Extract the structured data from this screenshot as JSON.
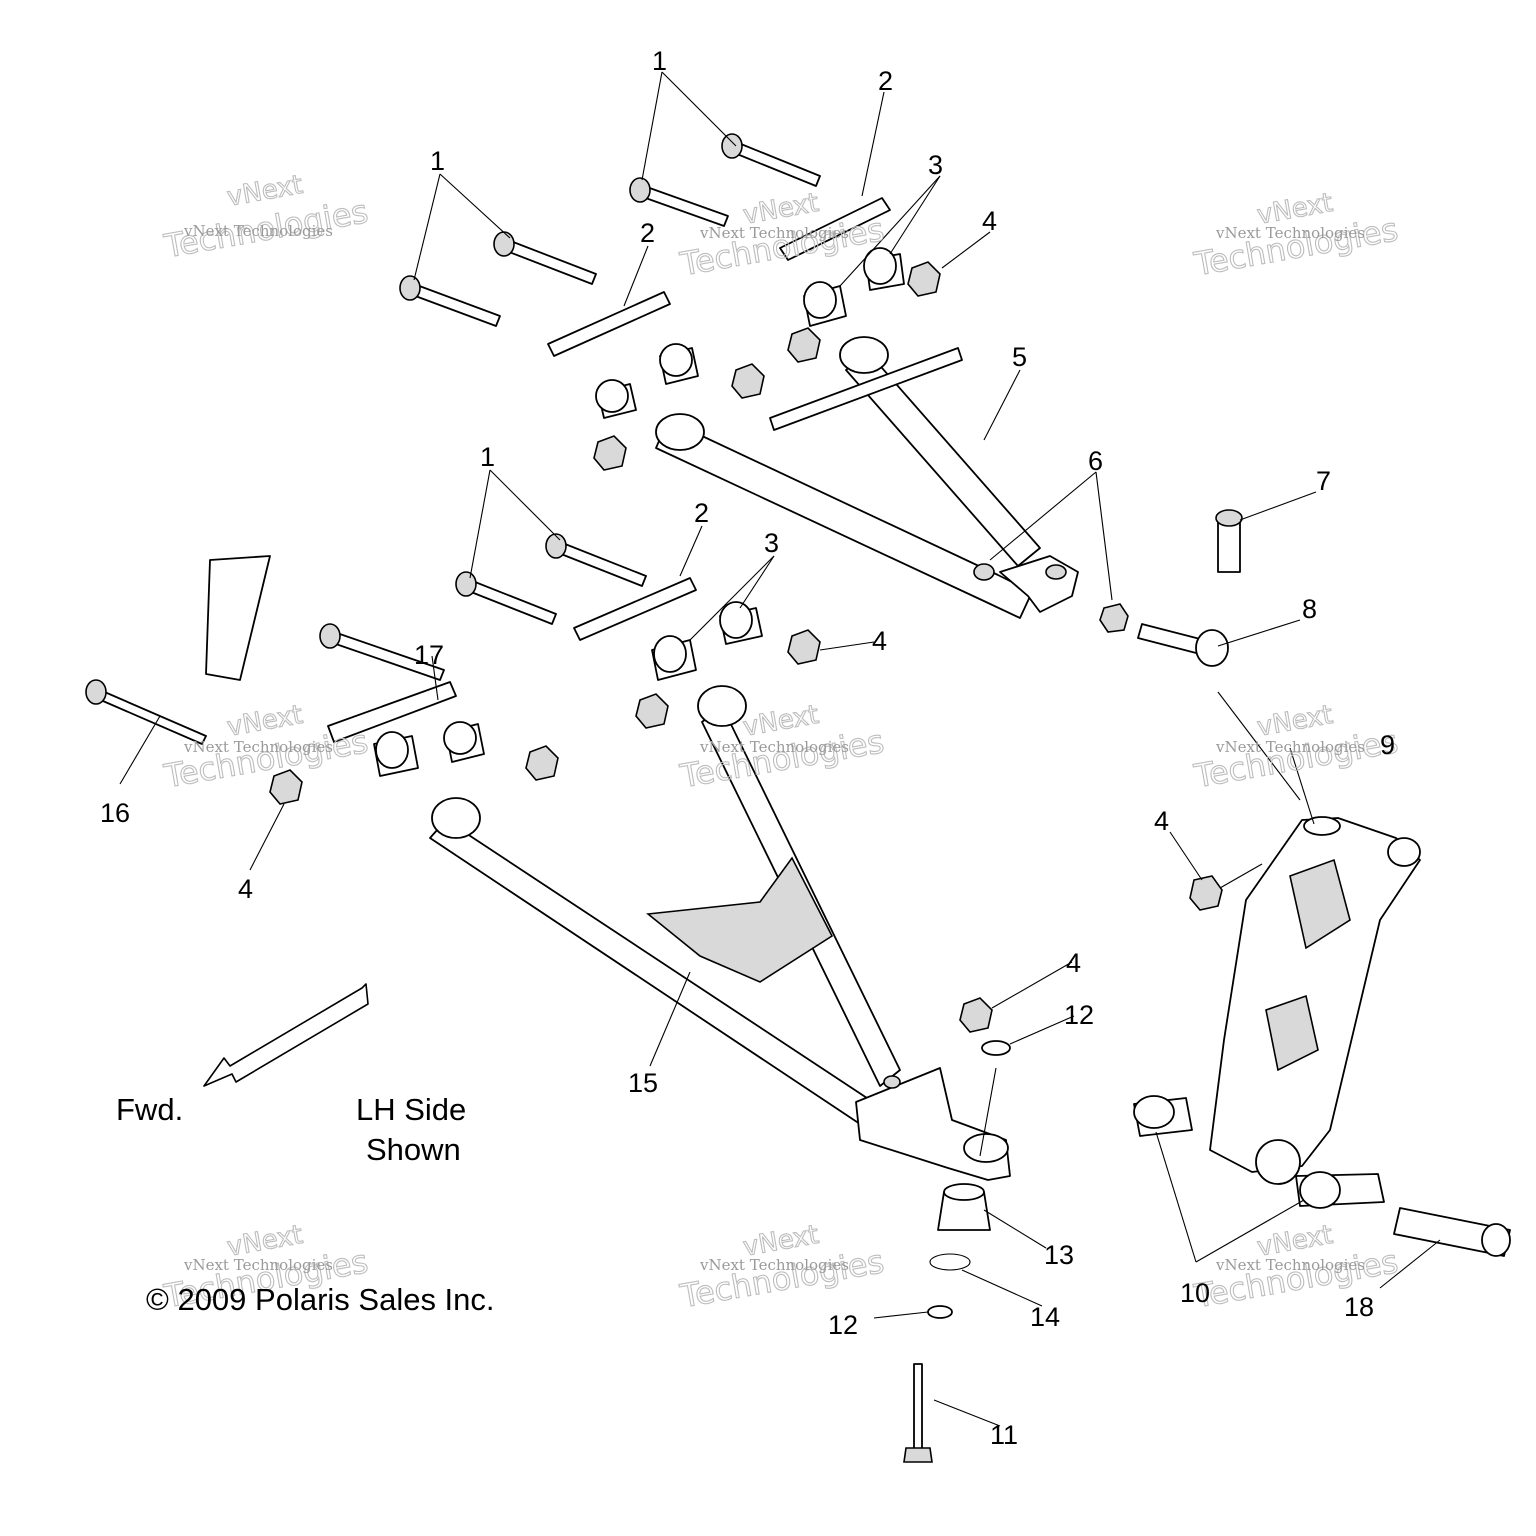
{
  "diagram": {
    "callouts": {
      "c1a": "1",
      "c1b": "1",
      "c1c": "1",
      "c2a": "2",
      "c2b": "2",
      "c2c": "2",
      "c3a": "3",
      "c3b": "3",
      "c4a": "4",
      "c4b": "4",
      "c4c": "4",
      "c4d": "4",
      "c4e": "4",
      "c5": "5",
      "c6": "6",
      "c7": "7",
      "c8": "8",
      "c9": "9",
      "c10": "10",
      "c11": "11",
      "c12a": "12",
      "c12b": "12",
      "c13": "13",
      "c14": "14",
      "c15": "15",
      "c16": "16",
      "c17": "17",
      "c18": "18"
    },
    "direction_label": "Fwd.",
    "side_note_line1": "LH Side",
    "side_note_line2": "Shown",
    "copyright": "© 2009 Polaris Sales Inc.",
    "watermark_small": "vNext Technologies",
    "watermark_big_line1": "vNext",
    "watermark_big_line2": "Technologies"
  }
}
